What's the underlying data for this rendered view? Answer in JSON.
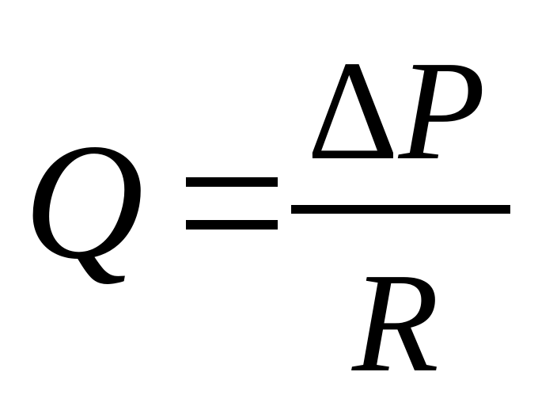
{
  "equation": {
    "lhs": "Q",
    "numerator": {
      "delta": "Δ",
      "variable": "P"
    },
    "denominator": "R"
  }
}
